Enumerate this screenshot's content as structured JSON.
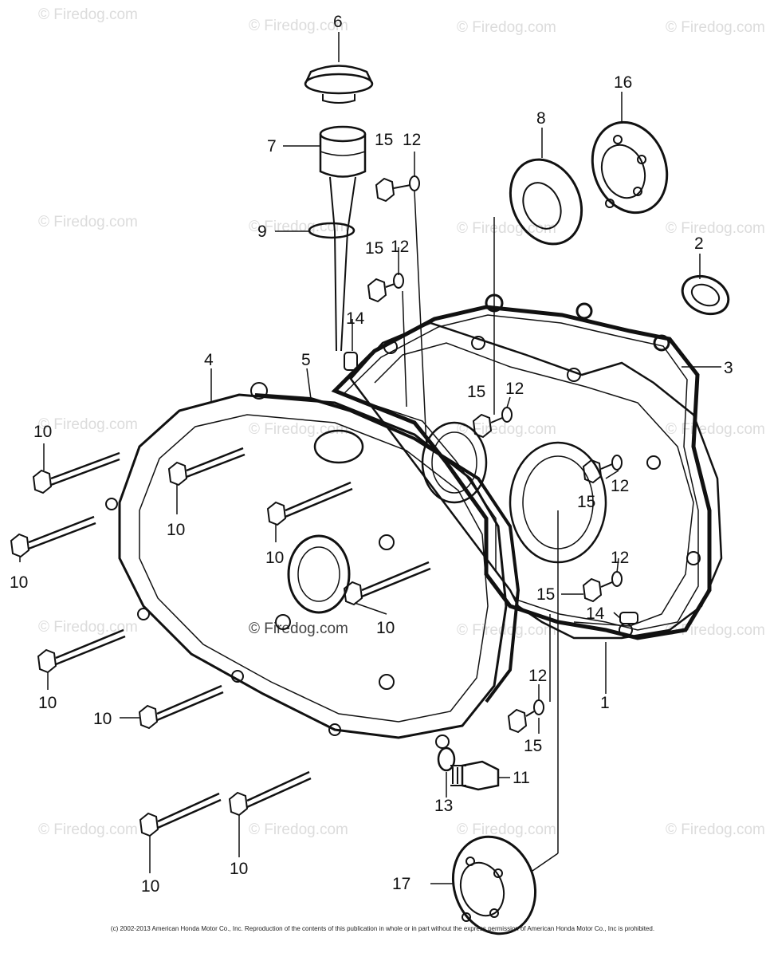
{
  "watermark_text": "© Firedog.com",
  "copyright": "(c) 2002-2013 American Honda Motor Co., Inc. Reproduction of the contents of this publication in whole or in part without the express permission of American Honda Motor Co., Inc is prohibited.",
  "callouts": {
    "p1": "1",
    "p2": "2",
    "p3": "3",
    "p4": "4",
    "p5": "5",
    "p6": "6",
    "p7": "7",
    "p8": "8",
    "p9": "9",
    "p10a": "10",
    "p10b": "10",
    "p10c": "10",
    "p10d": "10",
    "p10e": "10",
    "p10f": "10",
    "p10g": "10",
    "p10h": "10",
    "p10i": "10",
    "p11": "11",
    "p12a": "12",
    "p12b": "12",
    "p12c": "12",
    "p12d": "12",
    "p12e": "12",
    "p12f": "12",
    "p13": "13",
    "p14a": "14",
    "p14b": "14",
    "p15a": "15",
    "p15b": "15",
    "p15c": "15",
    "p15d": "15",
    "p15e": "15",
    "p15f": "15",
    "p16": "16",
    "p17": "17"
  }
}
